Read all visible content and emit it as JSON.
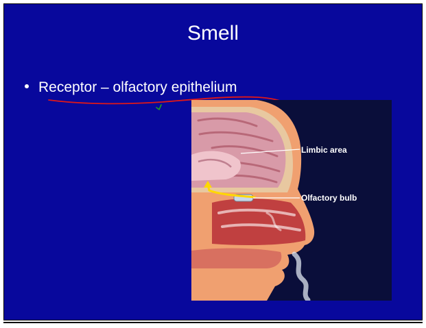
{
  "slide": {
    "title": "Smell",
    "background_color": "#08089c",
    "bullets": [
      {
        "text": "Receptor – olfactory epithelium"
      }
    ]
  },
  "annotation": {
    "color": "#e01818",
    "check_color": "#20a020"
  },
  "figure": {
    "icon": "head-cross-section-illustration",
    "labels": {
      "limbic": "Limbic area",
      "olfactory": "Olfactory bulb"
    }
  }
}
